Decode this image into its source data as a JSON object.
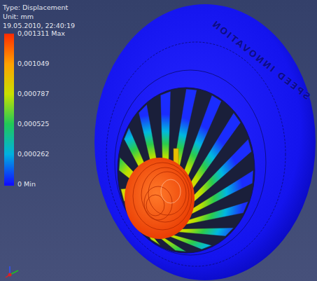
{
  "diagram": {
    "labels": [
      "Type: Displacement",
      "Unit: mm",
      "19.05.2010, 22:40:19",
      "SPEED INNOVATION"
    ],
    "legend": [
      {
        "text": "0,001311 Max",
        "color": "#ff2a00"
      },
      {
        "text": "0,001049",
        "color": "#ffa000"
      },
      {
        "text": "0,000787",
        "color": "#c8e000"
      },
      {
        "text": "0,000525",
        "color": "#20c858"
      },
      {
        "text": "0,000262",
        "color": "#00b0e0"
      },
      {
        "text": "0 Min",
        "color": "#1010ff"
      }
    ]
  }
}
